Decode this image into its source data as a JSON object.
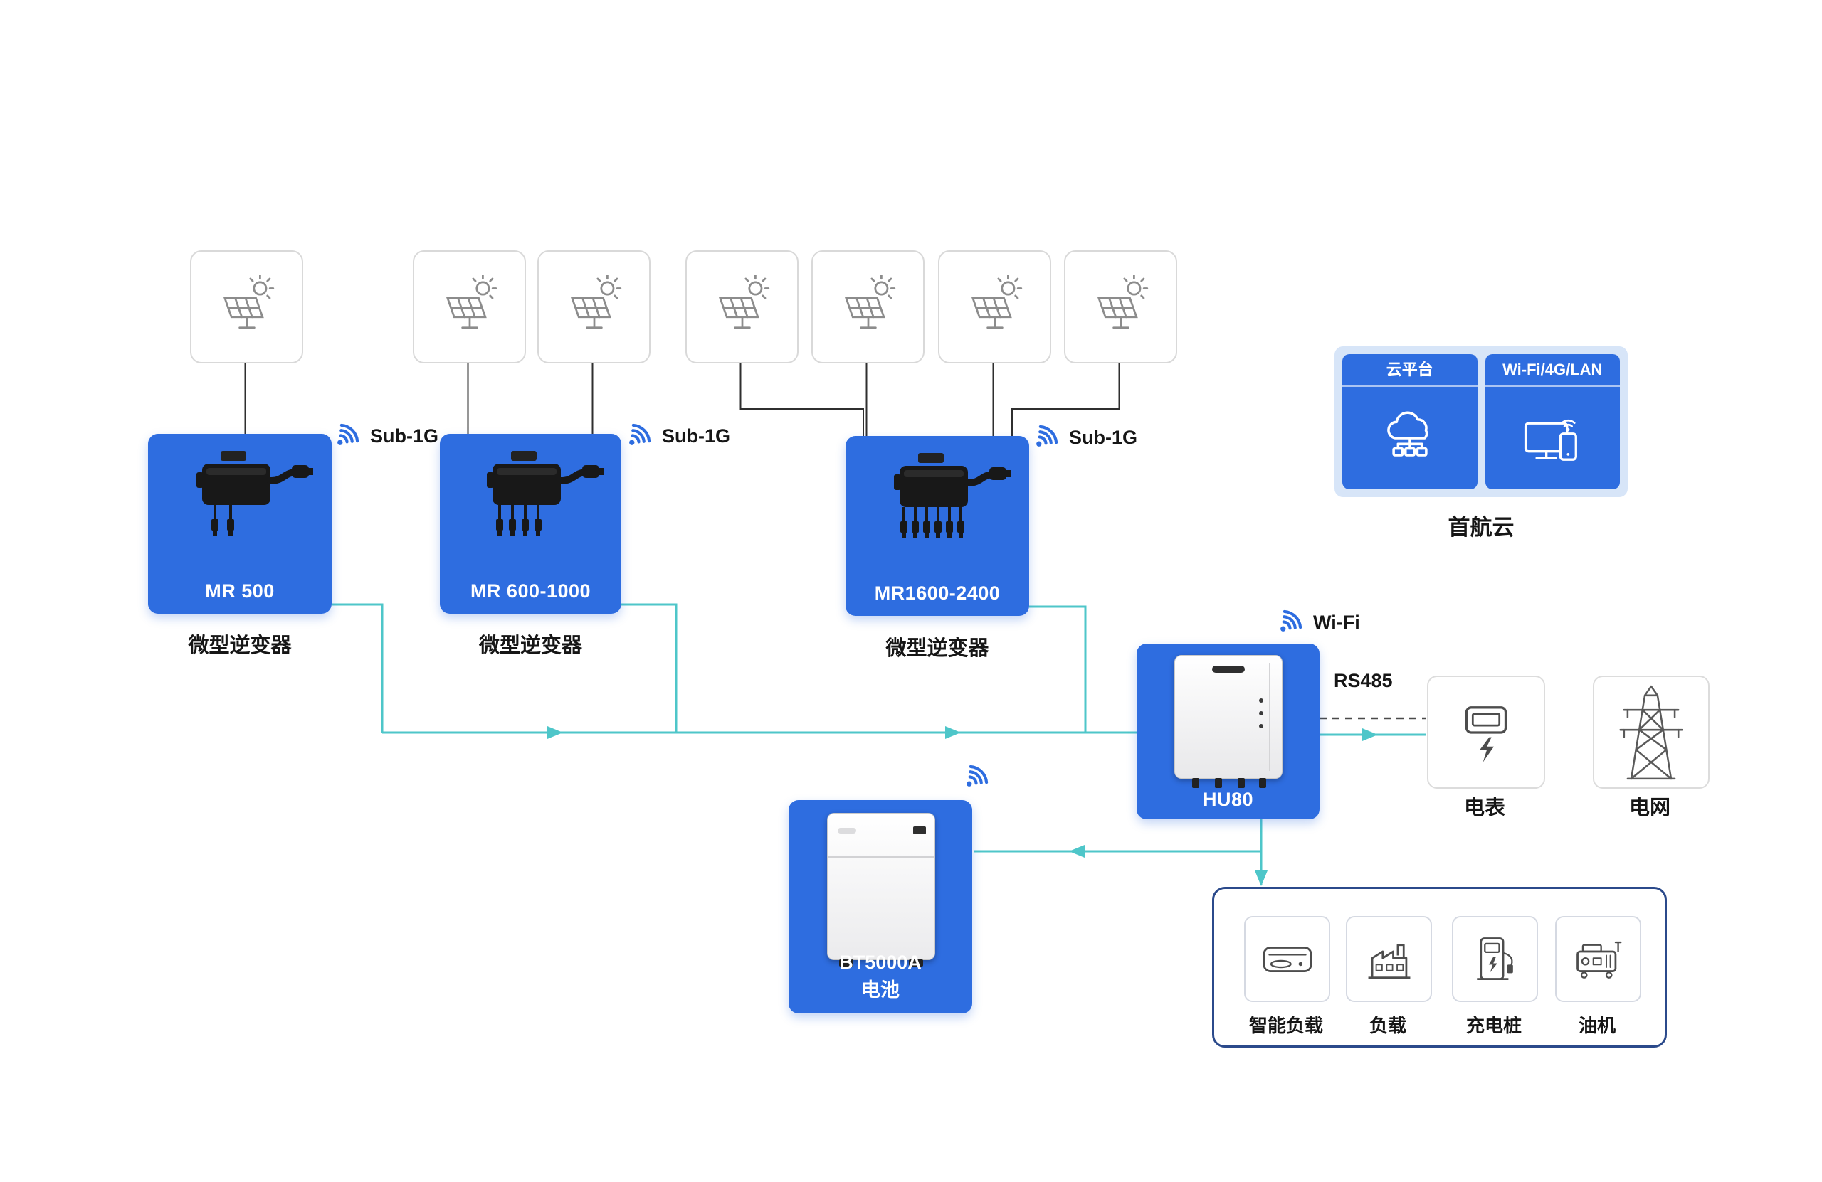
{
  "inverters": [
    {
      "model": "MR 500",
      "type_label": "微型逆变器",
      "radio": "Sub-1G"
    },
    {
      "model": "MR 600-1000",
      "type_label": "微型逆变器",
      "radio": "Sub-1G"
    },
    {
      "model": "MR1600-2400",
      "type_label": "微型逆变器",
      "radio": "Sub-1G"
    }
  ],
  "cloud": {
    "platform_label": "云平台",
    "connectivity_label": "Wi-Fi/4G/LAN",
    "name": "首航云"
  },
  "hub": {
    "model": "HU80",
    "radio": "Wi-Fi",
    "bus_label": "RS485"
  },
  "battery": {
    "model": "BT5000A",
    "type_label": "电池"
  },
  "meter": {
    "label": "电表"
  },
  "grid": {
    "label": "电网"
  },
  "loads": [
    {
      "label": "智能负载"
    },
    {
      "label": "负载"
    },
    {
      "label": "充电桩"
    },
    {
      "label": "油机"
    }
  ],
  "colors": {
    "accent_blue": "#2e6de0",
    "teal_line": "#4ec6c9",
    "cloud_panel_bg": "#d7e5f8",
    "container_border": "#2b4a8b"
  }
}
